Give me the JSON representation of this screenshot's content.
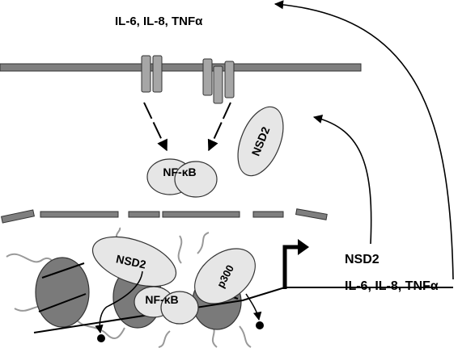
{
  "labels": {
    "cytokines_top": "IL-6, IL-8, TNFα",
    "nsd2_cytoplasm": "NSD2",
    "nfkb_cytoplasm": "NF-κB",
    "nsd2_nucleus": "NSD2",
    "nfkb_nucleus": "NF-κB",
    "p300": "p300",
    "nsd2_output": "NSD2",
    "cytokines_output": "IL-6, IL-8, TNFα"
  },
  "colors": {
    "membrane": "#7f7f7f",
    "receptor": "#a6a6a6",
    "protein": "#e6e6e6",
    "nucleosome": "#7a7a7a",
    "dna": "#999999",
    "line": "#000000"
  }
}
